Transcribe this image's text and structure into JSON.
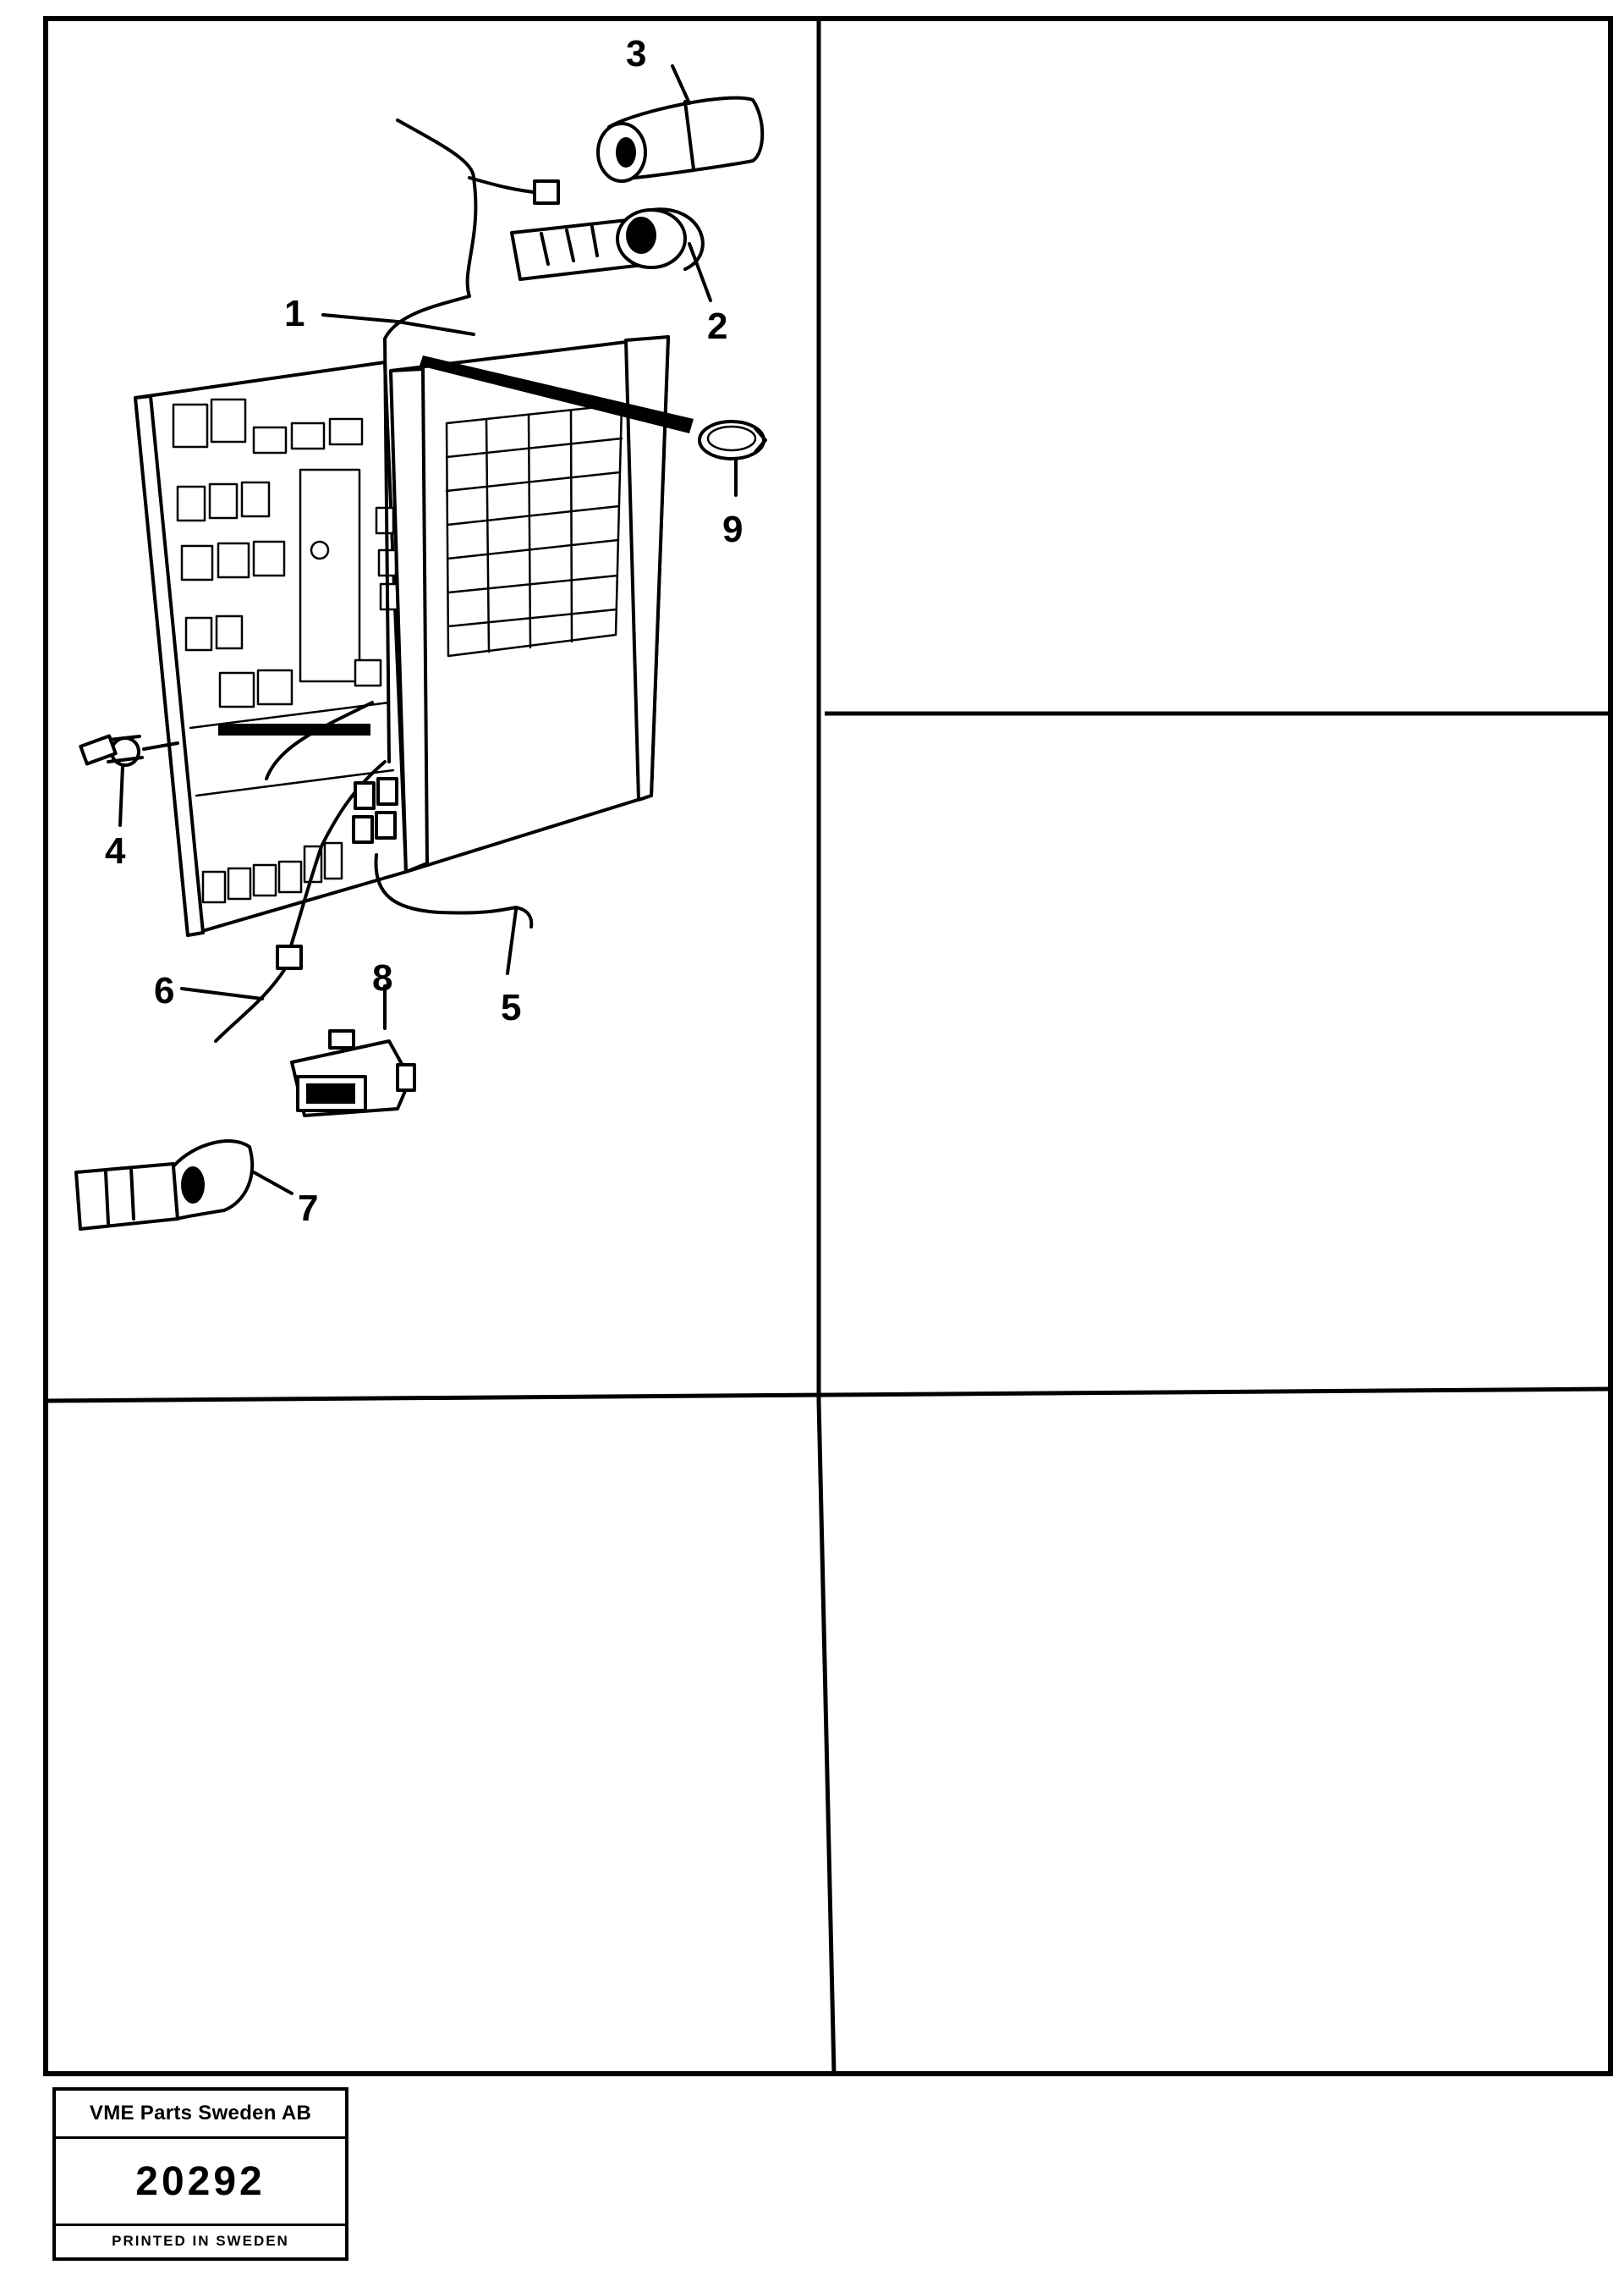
{
  "callouts": [
    "1",
    "2",
    "3",
    "4",
    "5",
    "6",
    "7",
    "8",
    "9"
  ],
  "stamp": {
    "company": "VME Parts Sweden AB",
    "number": "20292",
    "printed": "PRINTED IN SWEDEN"
  }
}
